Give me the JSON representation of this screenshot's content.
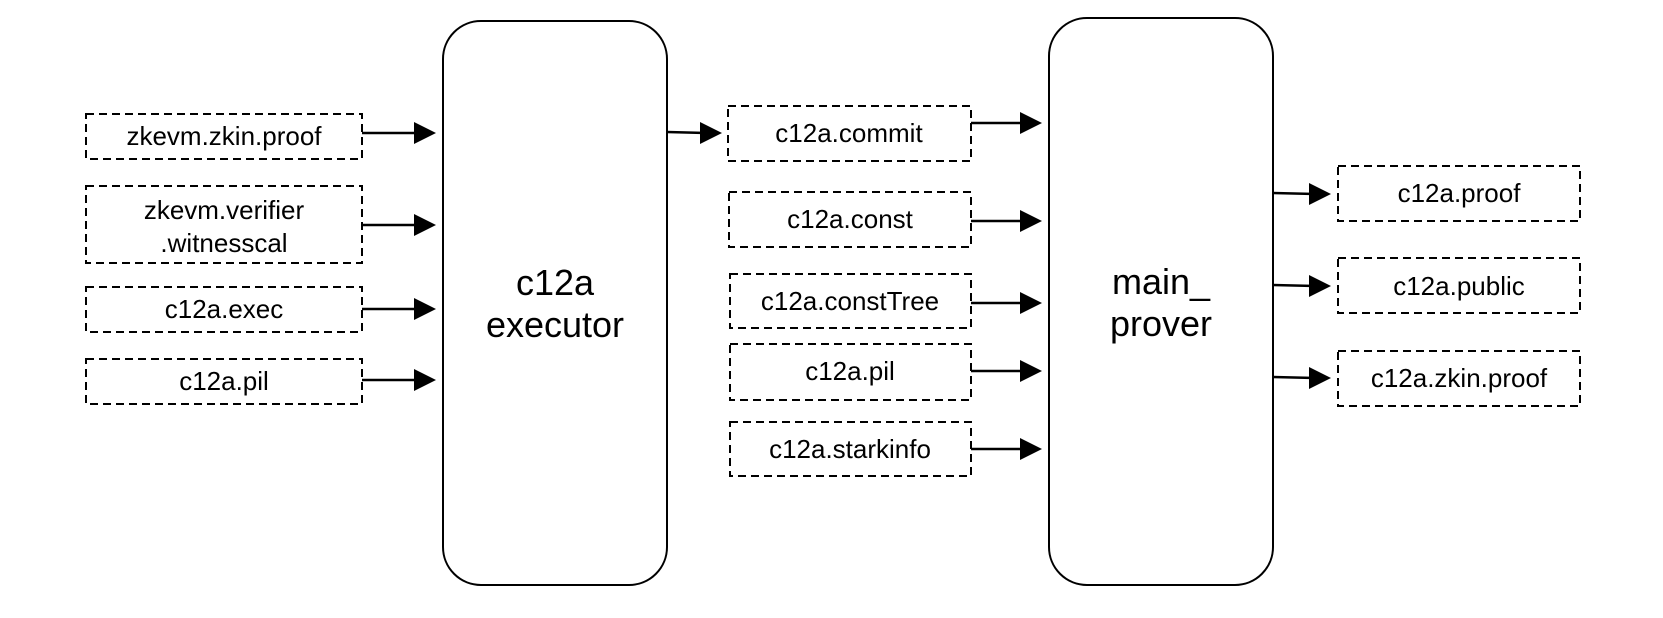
{
  "processes": {
    "executor": {
      "line1": "c12a",
      "line2": "executor"
    },
    "prover": {
      "line1": "main_",
      "line2": "prover"
    }
  },
  "executor_inputs": [
    {
      "lines": [
        "zkevm.zkin.proof"
      ]
    },
    {
      "lines": [
        "zkevm.verifier",
        ".witnesscal"
      ]
    },
    {
      "lines": [
        "c12a.exec"
      ]
    },
    {
      "lines": [
        "c12a.pil"
      ]
    }
  ],
  "prover_inputs": [
    {
      "lines": [
        "c12a.commit"
      ]
    },
    {
      "lines": [
        "c12a.const"
      ]
    },
    {
      "lines": [
        "c12a.constTree"
      ]
    },
    {
      "lines": [
        "c12a.pil"
      ]
    },
    {
      "lines": [
        "c12a.starkinfo"
      ]
    }
  ],
  "prover_outputs": [
    {
      "lines": [
        "c12a.proof"
      ]
    },
    {
      "lines": [
        "c12a.public"
      ]
    },
    {
      "lines": [
        "c12a.zkin.proof"
      ]
    }
  ]
}
